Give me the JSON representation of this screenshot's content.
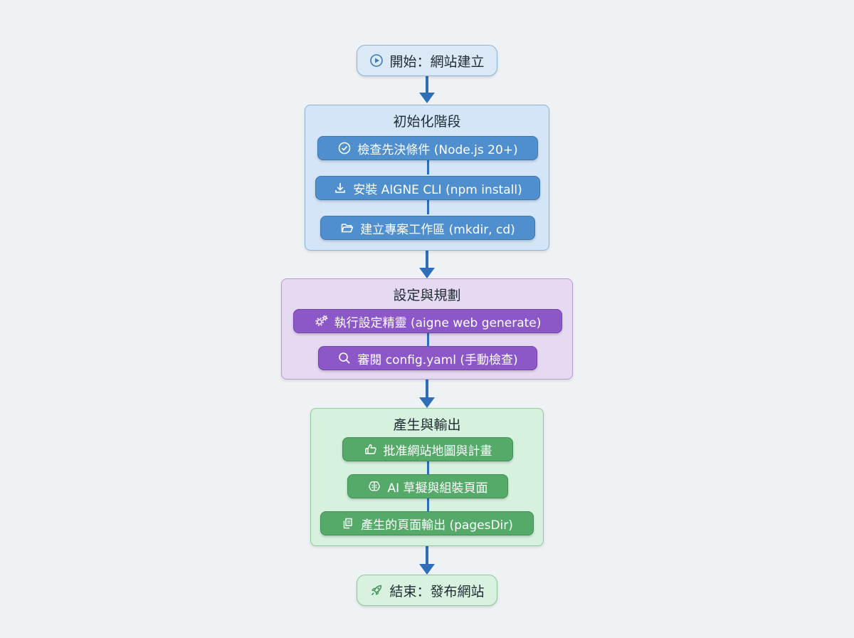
{
  "start": {
    "label": "開始：網站建立",
    "icon": "play-circle-icon"
  },
  "stages": [
    {
      "title": "初始化階段",
      "color": "#4f8fce",
      "steps": [
        {
          "label": "檢查先決條件 (Node.js 20+)",
          "icon": "check-circle-icon"
        },
        {
          "label": "安裝 AIGNE CLI (npm install)",
          "icon": "download-icon"
        },
        {
          "label": "建立專案工作區 (mkdir, cd)",
          "icon": "folder-open-icon"
        }
      ]
    },
    {
      "title": "設定與規劃",
      "color": "#8c58c8",
      "steps": [
        {
          "label": "執行設定精靈 (aigne web generate)",
          "icon": "gears-icon"
        },
        {
          "label": "審閱 config.yaml (手動檢查)",
          "icon": "search-icon"
        }
      ]
    },
    {
      "title": "產生與輸出",
      "color": "#55aa6a",
      "steps": [
        {
          "label": "批准網站地圖與計畫",
          "icon": "thumbs-up-icon"
        },
        {
          "label": "AI 草擬與組裝頁面",
          "icon": "brain-icon"
        },
        {
          "label": "產生的頁面輸出 (pagesDir)",
          "icon": "pages-icon"
        }
      ]
    }
  ],
  "end": {
    "label": "結束：發布網站",
    "icon": "rocket-icon"
  }
}
